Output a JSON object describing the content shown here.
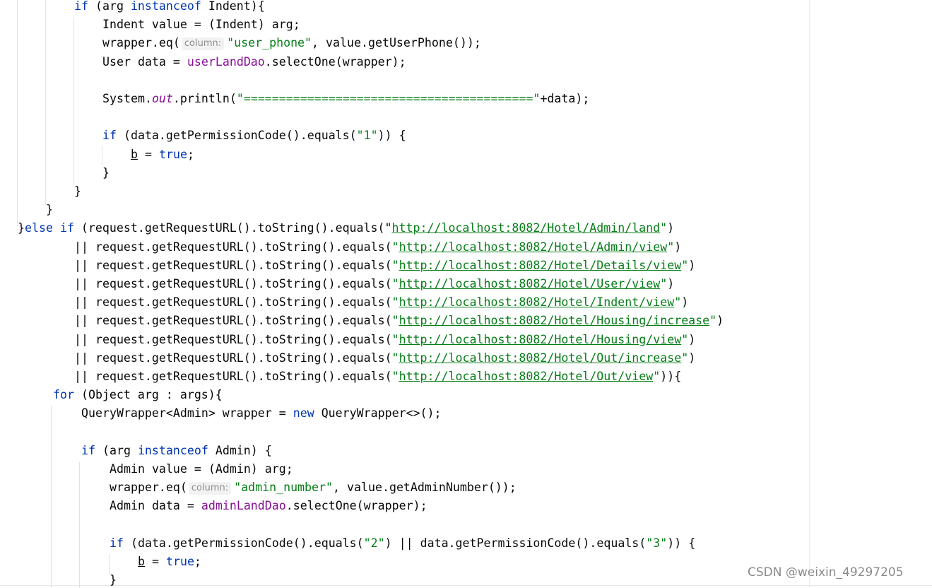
{
  "lines": [
    {
      "tokens": [
        {
          "t": "if",
          "c": "kw"
        },
        {
          "t": " (arg "
        },
        {
          "t": "instanceof",
          "c": "kw"
        },
        {
          "t": " Indent){"
        }
      ]
    },
    {
      "tokens": [
        {
          "t": "Indent value = (Indent) arg;"
        }
      ]
    },
    {
      "tokens": [
        {
          "t": "wrapper.eq("
        },
        {
          "t": "column:",
          "c": "hint"
        },
        {
          "t": "\"user_phone\"",
          "c": "str"
        },
        {
          "t": ", value.getUserPhone());"
        }
      ]
    },
    {
      "tokens": [
        {
          "t": "User data = "
        },
        {
          "t": "userLandDao",
          "c": "fld"
        },
        {
          "t": ".selectOne(wrapper);"
        }
      ]
    },
    {
      "tokens": []
    },
    {
      "tokens": [
        {
          "t": "System."
        },
        {
          "t": "out",
          "c": "sfld"
        },
        {
          "t": ".println("
        },
        {
          "t": "\"=========================================\"",
          "c": "str"
        },
        {
          "t": "+data);"
        }
      ]
    },
    {
      "tokens": []
    },
    {
      "tokens": [
        {
          "t": "if",
          "c": "kw"
        },
        {
          "t": " (data.getPermissionCode().equals("
        },
        {
          "t": "\"1\"",
          "c": "str"
        },
        {
          "t": ")) {"
        }
      ]
    },
    {
      "tokens": [
        {
          "t": "b",
          "c": "uline"
        },
        {
          "t": " = "
        },
        {
          "t": "true",
          "c": "kw"
        },
        {
          "t": ";"
        }
      ]
    },
    {
      "tokens": [
        {
          "t": "}"
        }
      ]
    },
    {
      "tokens": [
        {
          "t": "}"
        }
      ]
    },
    {
      "tokens": [
        {
          "t": "}"
        }
      ]
    },
    {
      "tokens": [
        {
          "t": "}"
        },
        {
          "t": "else if",
          "c": "kw"
        },
        {
          "t": " (request.getRequestURL().toString().equals("
        },
        {
          "t": "\""
        },
        {
          "t": "http://localhost:8082/Hotel/Admin/land",
          "c": "url"
        },
        {
          "t": "\"",
          "c": "str"
        },
        {
          "t": ")"
        }
      ]
    },
    {
      "tokens": [
        {
          "t": "|| request.getRequestURL().toString().equals("
        },
        {
          "t": "\"",
          "c": "str"
        },
        {
          "t": "http://localhost:8082/Hotel/Admin/view",
          "c": "url"
        },
        {
          "t": "\"",
          "c": "str"
        },
        {
          "t": ")"
        }
      ]
    },
    {
      "tokens": [
        {
          "t": "|| request.getRequestURL().toString().equals("
        },
        {
          "t": "\"",
          "c": "str"
        },
        {
          "t": "http://localhost:8082/Hotel/Details/view",
          "c": "url"
        },
        {
          "t": "\"",
          "c": "str"
        },
        {
          "t": ")"
        }
      ]
    },
    {
      "tokens": [
        {
          "t": "|| request.getRequestURL().toString().equals("
        },
        {
          "t": "\"",
          "c": "str"
        },
        {
          "t": "http://localhost:8082/Hotel/User/view",
          "c": "url"
        },
        {
          "t": "\"",
          "c": "str"
        },
        {
          "t": ")"
        }
      ]
    },
    {
      "tokens": [
        {
          "t": "|| request.getRequestURL().toString().equals("
        },
        {
          "t": "\"",
          "c": "str"
        },
        {
          "t": "http://localhost:8082/Hotel/Indent/view",
          "c": "url"
        },
        {
          "t": "\"",
          "c": "str"
        },
        {
          "t": ")"
        }
      ]
    },
    {
      "tokens": [
        {
          "t": "|| request.getRequestURL().toString().equals("
        },
        {
          "t": "\"",
          "c": "str"
        },
        {
          "t": "http://localhost:8082/Hotel/Housing/increase",
          "c": "url"
        },
        {
          "t": "\"",
          "c": "str"
        },
        {
          "t": ")"
        }
      ]
    },
    {
      "tokens": [
        {
          "t": "|| request.getRequestURL().toString().equals("
        },
        {
          "t": "\"",
          "c": "str"
        },
        {
          "t": "http://localhost:8082/Hotel/Housing/view",
          "c": "url"
        },
        {
          "t": "\"",
          "c": "str"
        },
        {
          "t": ")"
        }
      ]
    },
    {
      "tokens": [
        {
          "t": "|| request.getRequestURL().toString().equals("
        },
        {
          "t": "\"",
          "c": "str"
        },
        {
          "t": "http://localhost:8082/Hotel/Out/increase",
          "c": "url"
        },
        {
          "t": "\"",
          "c": "str"
        },
        {
          "t": ")"
        }
      ]
    },
    {
      "tokens": [
        {
          "t": "|| request.getRequestURL().toString().equals("
        },
        {
          "t": "\"",
          "c": "str"
        },
        {
          "t": "http://localhost:8082/Hotel/Out/view",
          "c": "url"
        },
        {
          "t": "\"",
          "c": "str"
        },
        {
          "t": ")){"
        }
      ]
    },
    {
      "tokens": [
        {
          "t": "for",
          "c": "kw"
        },
        {
          "t": " (Object arg : args){"
        }
      ]
    },
    {
      "tokens": [
        {
          "t": "QueryWrapper<Admin> wrapper = "
        },
        {
          "t": "new",
          "c": "kw"
        },
        {
          "t": " QueryWrapper<>();"
        }
      ]
    },
    {
      "tokens": []
    },
    {
      "tokens": [
        {
          "t": "if",
          "c": "kw"
        },
        {
          "t": " (arg "
        },
        {
          "t": "instanceof",
          "c": "kw"
        },
        {
          "t": " Admin) {"
        }
      ]
    },
    {
      "tokens": [
        {
          "t": "Admin value = (Admin) arg;"
        }
      ]
    },
    {
      "tokens": [
        {
          "t": "wrapper.eq("
        },
        {
          "t": "column:",
          "c": "hint"
        },
        {
          "t": "\"admin_number\"",
          "c": "str"
        },
        {
          "t": ", value.getAdminNumber());"
        }
      ]
    },
    {
      "tokens": [
        {
          "t": "Admin data = "
        },
        {
          "t": "adminLandDao",
          "c": "fld"
        },
        {
          "t": ".selectOne(wrapper);"
        }
      ]
    },
    {
      "tokens": []
    },
    {
      "tokens": [
        {
          "t": "if",
          "c": "kw"
        },
        {
          "t": " (data.getPermissionCode().equals("
        },
        {
          "t": "\"2\"",
          "c": "str"
        },
        {
          "t": ") || data.getPermissionCode().equals("
        },
        {
          "t": "\"3\"",
          "c": "str"
        },
        {
          "t": ")) {"
        }
      ]
    },
    {
      "tokens": [
        {
          "t": "b",
          "c": "uline"
        },
        {
          "t": " = "
        },
        {
          "t": "true",
          "c": "kw"
        },
        {
          "t": ";"
        }
      ]
    },
    {
      "tokens": [
        {
          "t": "}"
        }
      ]
    }
  ],
  "watermark": "CSDN @weixin_49297205"
}
